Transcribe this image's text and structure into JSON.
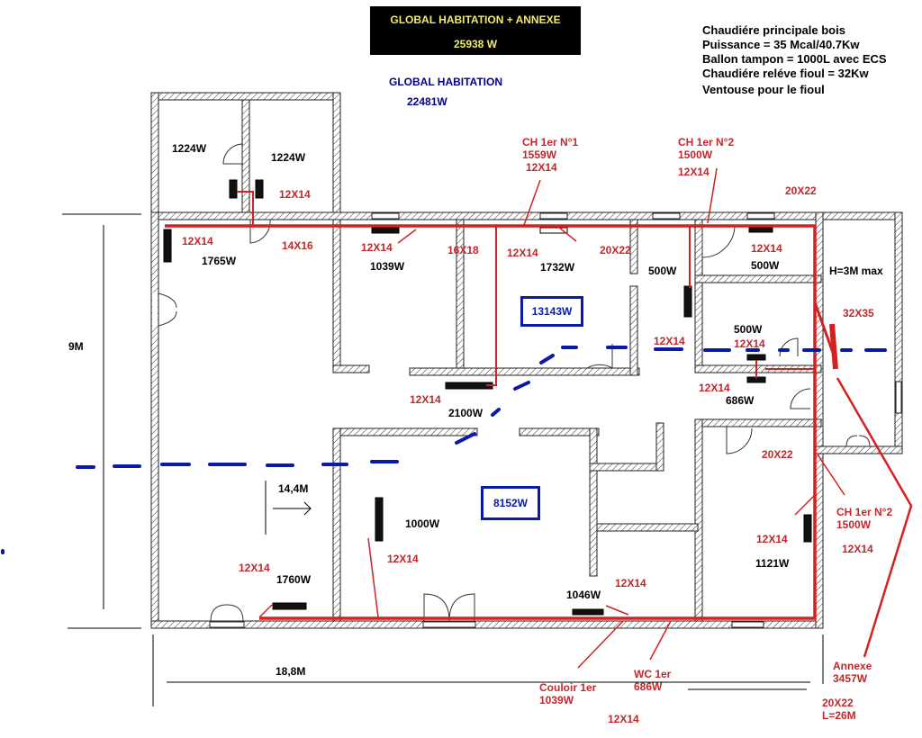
{
  "header": {
    "global_title": "GLOBAL HABITATION + ANNEXE",
    "global_total": "25938 W",
    "habitation_title": "GLOBAL HABITATION",
    "habitation_total": "22481W"
  },
  "notes": [
    "Chaudiére principale bois",
    "Puissance = 35 Mcal/40.7Kw",
    "Ballon tampon = 1000L avec ECS",
    "Chaudiére reléve fioul = 32Kw",
    " Ventouse pour le fioul"
  ],
  "zones": {
    "upper_total": "13143W",
    "lower_total": "8152W"
  },
  "dimensions": {
    "height": "9M",
    "width_total": "18,8M",
    "width_partial": "14,4M",
    "annex_height": "H=3M max"
  },
  "rooms": {
    "top_left_a": "1224W",
    "top_left_b": "1224W",
    "living_left": "1765W",
    "room_1039": "1039W",
    "room_1732": "1732W",
    "room_500_left": "500W",
    "room_500_top_right": "500W",
    "room_500_mid": "500W",
    "room_686": "686W",
    "hall_2100": "2100W",
    "lower_left": "1760W",
    "lower_1000": "1000W",
    "lower_1046": "1046W",
    "lower_right": "1121W"
  },
  "pipes": {
    "p_12x14_topleft": "12X14",
    "p_12x14_left": "12X14",
    "p_14x16": "14X16",
    "p_12x14_1039": "12X14",
    "p_16x18": "16X18",
    "p_12x14_1732": "12X14",
    "p_20x22_mid": "20X22",
    "p_20x22_top": "20X22",
    "p_12x14_topright": "12X14",
    "p_32x35": "32X35",
    "p_12x14_mid": "12X14",
    "p_12x14_500": "12X14",
    "p_12x14_686": "12X14",
    "p_12x14_hall": "12X14",
    "p_20x22_right": "20X22",
    "p_12x14_lowright": "12X14",
    "p_12x14_annex": "12X14",
    "p_12x14_1760": "12X14",
    "p_12x14_1000": "12X14",
    "p_12x14_1046": "12X14",
    "p_12x14_bottom": "12X14"
  },
  "upper_floor": {
    "ch1": {
      "name": "CH 1er N°1",
      "power": "1559W",
      "pipe": "12X14"
    },
    "ch2_top": {
      "name": "CH 1er N°2",
      "power": "1500W",
      "pipe": "12X14"
    },
    "ch2_right": {
      "name": "CH 1er N°2",
      "power": "1500W"
    },
    "couloir": {
      "name": "Couloir 1er",
      "power": "1039W"
    },
    "wc": {
      "name": "WC 1er",
      "power": "686W"
    },
    "annexe": {
      "name": "Annexe",
      "power": "3457W"
    },
    "annex_pipe": {
      "size": "20X22",
      "length": "L=26M"
    }
  },
  "colors": {
    "pipe_red": "#d42020",
    "label_red": "#c0282c",
    "dashed_blue": "#0a1aa8",
    "title_yellow": "#f2ea6a"
  }
}
